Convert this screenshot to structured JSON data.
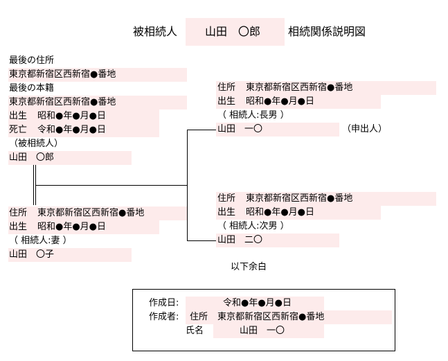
{
  "title": {
    "prefix": "被相続人",
    "name": "山田　〇郎",
    "suffix": "相続関係説明図"
  },
  "decedent": {
    "last_address_label": "最後の住所",
    "last_address": "東京都新宿区西新宿●番地",
    "last_domicile_label": "最後の本籍",
    "last_domicile": "東京都新宿区西新宿●番地",
    "birth_label": "出生",
    "birth_date": "昭和●年●月●日",
    "death_label": "死亡",
    "death_date": "令和●年●月●日",
    "role": "（被相続人）",
    "name": "山田　〇郎"
  },
  "spouse": {
    "address_label": "住所",
    "address": "東京都新宿区西新宿●番地",
    "birth_label": "出生",
    "birth_date": "昭和●年●月●日",
    "role": "（ 相続人:妻 ）",
    "name": "山田　〇子"
  },
  "child1": {
    "address_label": "住所",
    "address": "東京都新宿区西新宿●番地",
    "birth_label": "出生",
    "birth_date": "昭和●年●月●日",
    "role": "（ 相続人:長男 ）",
    "name": "山田　一〇",
    "applicant": "（申出人）"
  },
  "child2": {
    "address_label": "住所",
    "address": "東京都新宿区西新宿●番地",
    "birth_label": "出生",
    "birth_date": "昭和●年●月●日",
    "role": "（ 相続人:次男 ）",
    "name": "山田　二〇"
  },
  "end_note": "以下余白",
  "creator": {
    "date_label": "作成日:",
    "date": "令和●年●月●日",
    "creator_label": "作成者:",
    "address_label": "住所",
    "address": "東京都新宿区西新宿●番地",
    "name_label": "氏名",
    "name": "山田　一〇"
  },
  "colors": {
    "field_fill": "#fdebeb",
    "line": "#000000"
  }
}
